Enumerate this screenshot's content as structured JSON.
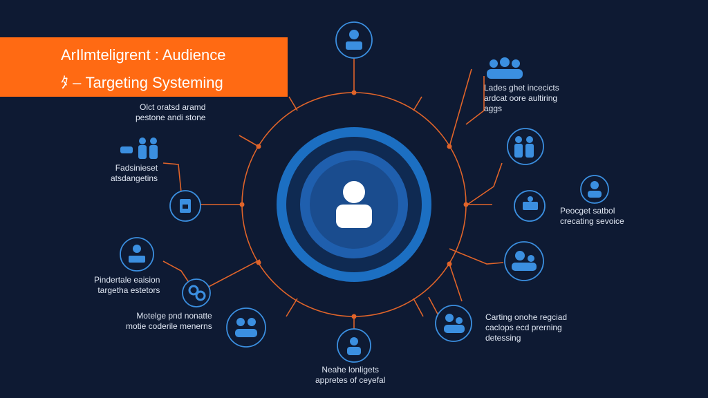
{
  "title": {
    "line1": "ArIlmteligrent : Audience",
    "line2": "ﾀ – Targeting Systeming"
  },
  "labels": {
    "top_left": [
      "Olct oratsd aramd",
      "pestone andi stone"
    ],
    "left_upper": [
      "Fadsinieset",
      "atsdangetins"
    ],
    "left_lower": [
      "Pindertale eaision",
      "targetha estetors"
    ],
    "bottom_left": [
      "Motelge pnd nonatte",
      "motie coderile menerns"
    ],
    "bottom_center": [
      "Neahe lonligets",
      "appretes of ceyefal"
    ],
    "top_right": [
      "Lades ghet incecicts",
      "ardcat oore aultiring",
      "aggs"
    ],
    "right_middle": [
      "Peocget satbol",
      "crecating sevoice"
    ],
    "bottom_right": [
      "Carting onohe regciad",
      "caclops ecd prerning",
      "detessing"
    ]
  },
  "colors": {
    "background": "#0e1a33",
    "accent_orange": "#ff6a13",
    "node_blue": "#2f7fd0",
    "ring_orange": "#e0642a"
  },
  "icons": {
    "center": "user-icon",
    "satellites": [
      "user-card-icon",
      "group-icon",
      "people-icon",
      "id-card-icon",
      "user-icon",
      "group-icon",
      "group-icon",
      "user-icon",
      "group-icon",
      "link-icon",
      "id-card-icon",
      "id-card-icon"
    ]
  }
}
